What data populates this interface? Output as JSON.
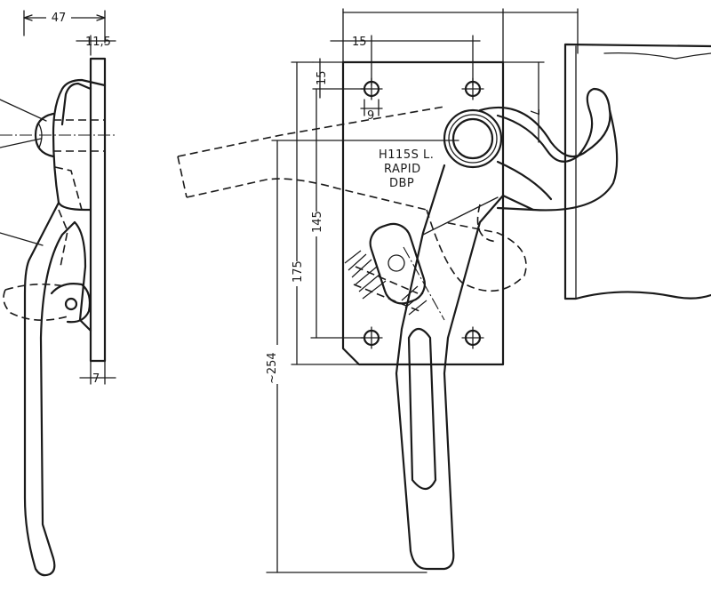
{
  "dimensions": {
    "side_width": "47",
    "plate_thickness": "11,5",
    "base_thickness": "7",
    "hole_offset_x": "15",
    "hole_spacing": "9",
    "hole_offset_y": "15",
    "hole_pitch_small": "7",
    "hole_distance": "145",
    "plate_height": "175",
    "overall_length": "~254"
  },
  "marking": {
    "line1": "H115S L.",
    "line2": "RAPID",
    "line3": "DBP"
  },
  "colors": {
    "ink": "#1a1a1a",
    "paper": "#ffffff"
  }
}
